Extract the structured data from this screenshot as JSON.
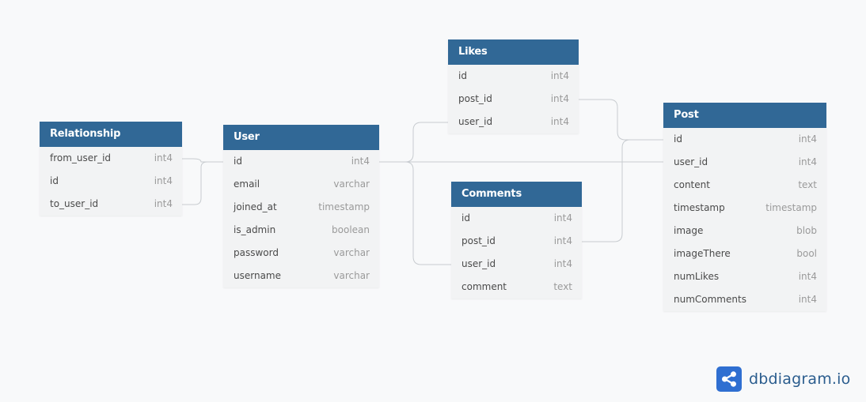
{
  "tables": {
    "relationship": {
      "title": "Relationship",
      "fields": [
        {
          "name": "from_user_id",
          "type": "int4"
        },
        {
          "name": "id",
          "type": "int4"
        },
        {
          "name": "to_user_id",
          "type": "int4"
        }
      ]
    },
    "user": {
      "title": "User",
      "fields": [
        {
          "name": "id",
          "type": "int4"
        },
        {
          "name": "email",
          "type": "varchar"
        },
        {
          "name": "joined_at",
          "type": "timestamp"
        },
        {
          "name": "is_admin",
          "type": "boolean"
        },
        {
          "name": "password",
          "type": "varchar"
        },
        {
          "name": "username",
          "type": "varchar"
        }
      ]
    },
    "likes": {
      "title": "Likes",
      "fields": [
        {
          "name": "id",
          "type": "int4"
        },
        {
          "name": "post_id",
          "type": "int4"
        },
        {
          "name": "user_id",
          "type": "int4"
        }
      ]
    },
    "comments": {
      "title": "Comments",
      "fields": [
        {
          "name": "id",
          "type": "int4"
        },
        {
          "name": "post_id",
          "type": "int4"
        },
        {
          "name": "user_id",
          "type": "int4"
        },
        {
          "name": "comment",
          "type": "text"
        }
      ]
    },
    "post": {
      "title": "Post",
      "fields": [
        {
          "name": "id",
          "type": "int4"
        },
        {
          "name": "user_id",
          "type": "int4"
        },
        {
          "name": "content",
          "type": "text"
        },
        {
          "name": "timestamp",
          "type": "timestamp"
        },
        {
          "name": "image",
          "type": "blob"
        },
        {
          "name": "imageThere",
          "type": "bool"
        },
        {
          "name": "numLikes",
          "type": "int4"
        },
        {
          "name": "numComments",
          "type": "int4"
        }
      ]
    }
  },
  "relationships": [
    {
      "from": "relationship.from_user_id",
      "to": "user.id"
    },
    {
      "from": "relationship.to_user_id",
      "to": "user.id"
    },
    {
      "from": "likes.user_id",
      "to": "user.id"
    },
    {
      "from": "comments.user_id",
      "to": "user.id"
    },
    {
      "from": "post.user_id",
      "to": "user.id"
    },
    {
      "from": "likes.post_id",
      "to": "post.id"
    },
    {
      "from": "comments.post_id",
      "to": "post.id"
    }
  ],
  "brand": {
    "name": "dbdiagram.io",
    "icon": "share-nodes-icon",
    "color": "#2f6fd1"
  },
  "colors": {
    "header": "#316896",
    "link": "#c8ccd0"
  }
}
